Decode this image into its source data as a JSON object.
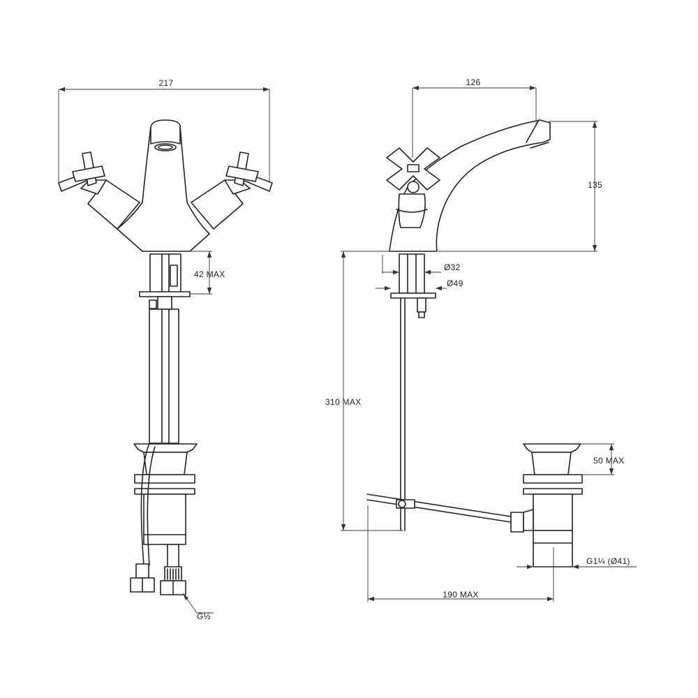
{
  "dimensions": {
    "overall_width": "217",
    "spout_reach": "126",
    "height": "135",
    "deck_thickness": "42 MAX",
    "shank_diameter": "Ø32",
    "base_diameter": "Ø49",
    "tail_length": "310 MAX",
    "waste_height": "50 MAX",
    "waste_thread": "G1¼ (Ø41)",
    "rod_length": "190 MAX",
    "inlet_thread": "G½"
  },
  "colors": {
    "line": "#222222",
    "background": "#ffffff"
  }
}
